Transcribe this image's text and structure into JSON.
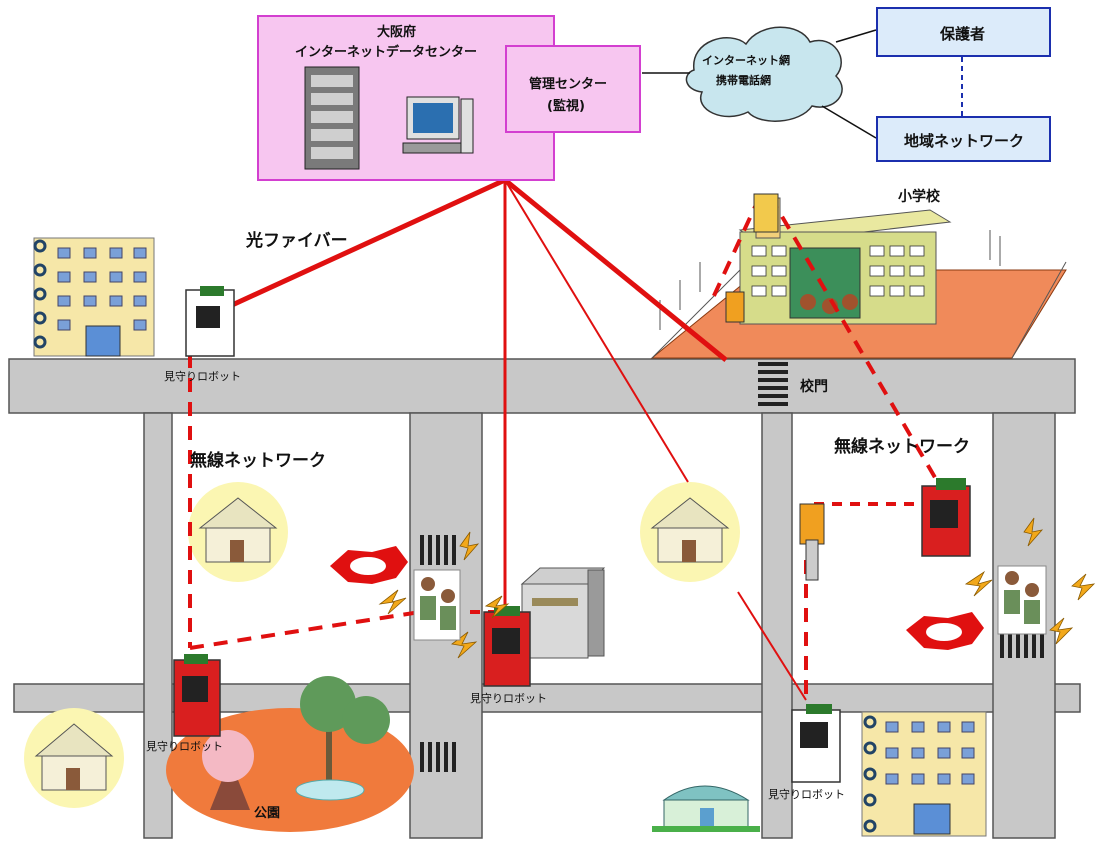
{
  "datacenter": {
    "title_line1": "大阪府",
    "title_line2": "インターネットデータセンター"
  },
  "mgmt_center": {
    "line1": "管理センター",
    "line2": "(監視)"
  },
  "cloud": {
    "line1": "インターネット網",
    "line2": "携帯電話網"
  },
  "guardian_label": "保護者",
  "local_network_label": "地域ネットワーク",
  "fiber_label": "光ファイバー",
  "school_label": "小学校",
  "school_gate_label": "校門",
  "wireless_label_left": "無線ネットワーク",
  "wireless_label_right": "無線ネットワーク",
  "park_label": "公園",
  "robot_labels": [
    "見守りロボット",
    "見守りロボット",
    "見守りロボット",
    "見守りロボット"
  ],
  "colors": {
    "road": "#c8c8c8",
    "link": "#e01010",
    "datacenter_fill": "#f7c6f0",
    "datacenter_border": "#d33fd0",
    "box_fill": "#dcebfa",
    "box_border": "#1b2fae",
    "school_ground": "#f08a5a",
    "park_ground": "#f07a3c"
  }
}
